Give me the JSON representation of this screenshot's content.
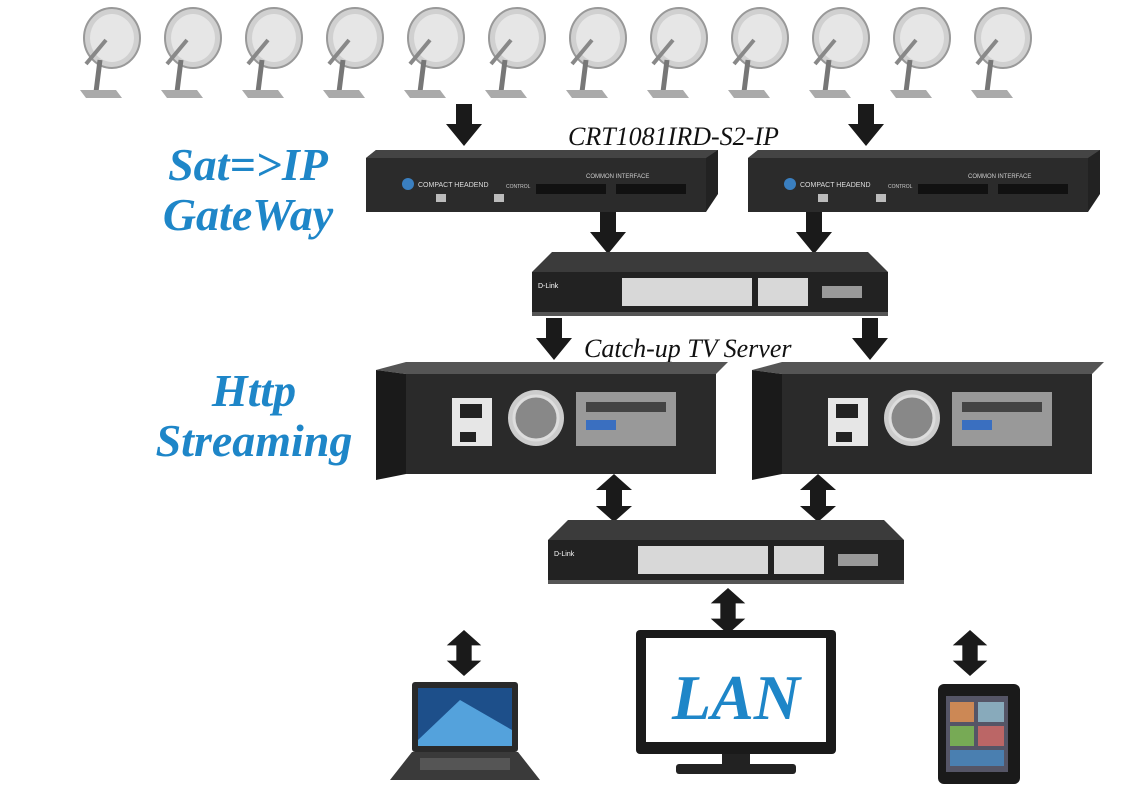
{
  "labels": {
    "gateway_line1": "Sat=>IP",
    "gateway_line2": "GateWay",
    "http_line1": "Http",
    "http_line2": "Streaming",
    "device_model": "CRT1081IRD-S2-IP",
    "server_label": "Catch-up TV Server",
    "lan": "LAN"
  },
  "devices": {
    "headend_brand": "COMPACT HEADEND",
    "headend_panel": "COMMON INTERFACE",
    "headend_control": "CONTROL",
    "switch_brand": "D-Link"
  },
  "colors": {
    "accent": "#1e86c8",
    "dark": "#1a1a1a"
  }
}
